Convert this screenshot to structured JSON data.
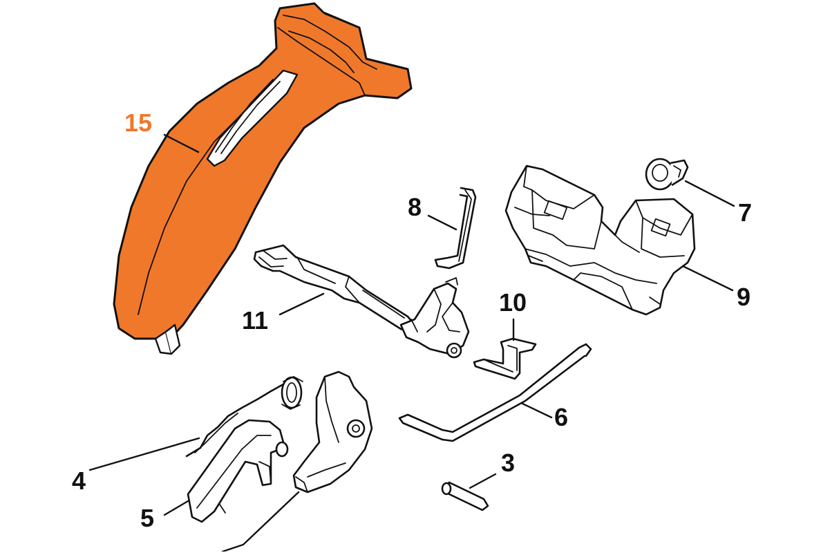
{
  "diagram": {
    "highlight_color": "#F0782A",
    "text_color": "#111111",
    "highlighted_part": "15",
    "callouts": [
      {
        "id": "c15",
        "label": "15",
        "highlight": true
      },
      {
        "id": "c8",
        "label": "8",
        "highlight": false
      },
      {
        "id": "c7",
        "label": "7",
        "highlight": false
      },
      {
        "id": "c11",
        "label": "11",
        "highlight": false
      },
      {
        "id": "c10",
        "label": "10",
        "highlight": false
      },
      {
        "id": "c9",
        "label": "9",
        "highlight": false
      },
      {
        "id": "c6",
        "label": "6",
        "highlight": false
      },
      {
        "id": "c4",
        "label": "4",
        "highlight": false
      },
      {
        "id": "c3",
        "label": "3",
        "highlight": false
      },
      {
        "id": "c5",
        "label": "5",
        "highlight": false
      }
    ]
  }
}
